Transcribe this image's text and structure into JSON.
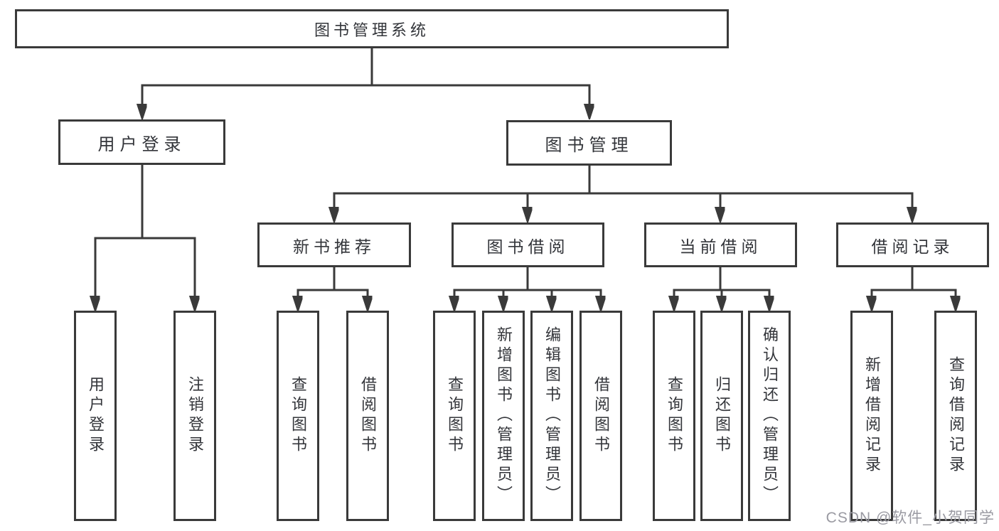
{
  "tree": {
    "label": "图书管理系统",
    "children": [
      {
        "label": "用户登录",
        "children": [
          {
            "label": "用户登录"
          },
          {
            "label": "注销登录"
          }
        ]
      },
      {
        "label": "图书管理",
        "children": [
          {
            "label": "新书推荐",
            "children": [
              {
                "label": "查询图书"
              },
              {
                "label": "借阅图书"
              }
            ]
          },
          {
            "label": "图书借阅",
            "children": [
              {
                "label": "查询图书"
              },
              {
                "label": "新增图书（管理员）"
              },
              {
                "label": "编辑图书（管理员）"
              },
              {
                "label": "借阅图书"
              }
            ]
          },
          {
            "label": "当前借阅",
            "children": [
              {
                "label": "查询图书"
              },
              {
                "label": "归还图书"
              },
              {
                "label": "确认归还（管理员）"
              }
            ]
          },
          {
            "label": "借阅记录",
            "children": [
              {
                "label": "新增借阅记录"
              },
              {
                "label": "查询借阅记录"
              }
            ]
          }
        ]
      }
    ]
  },
  "watermark": {
    "text": "CSDN @软件_小贺同学"
  },
  "colors": {
    "line": "#3a3a3a",
    "text": "#33353a",
    "box_background": "#ffffff",
    "watermark": "#9a9aa2"
  }
}
